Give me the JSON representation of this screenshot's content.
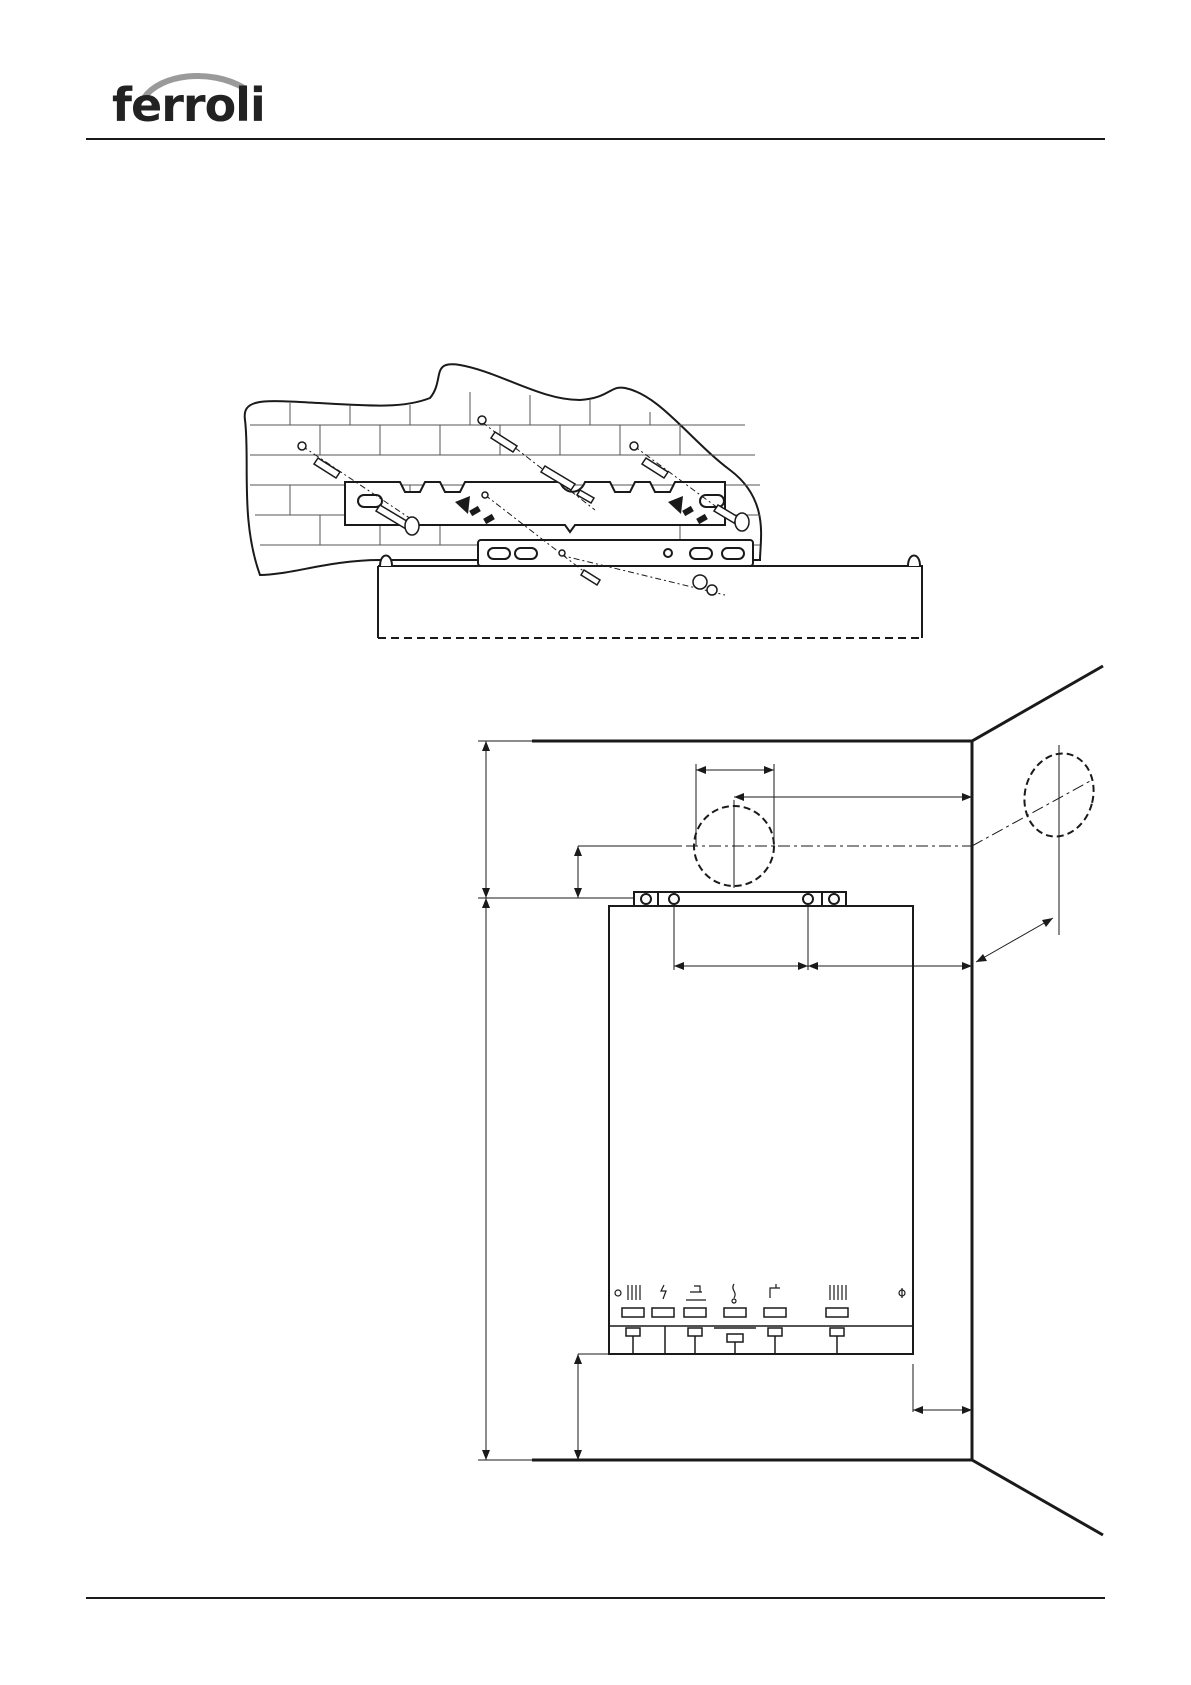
{
  "brand": {
    "name": "ferroli",
    "icon": "ferroli-logo"
  },
  "figures": [
    {
      "id": "wall-bracket-mounting",
      "icon": "wall-bracket-exploded-view"
    },
    {
      "id": "boiler-clearance-diagram",
      "icon": "boiler-wall-clearance-drawing"
    }
  ],
  "connection_symbols": [
    "heating-flow-icon",
    "electrical-icon",
    "hot-water-icon",
    "gas-icon",
    "cold-water-icon",
    "heating-return-icon"
  ],
  "colors": {
    "line": "#1a1a1a",
    "background": "#ffffff"
  }
}
